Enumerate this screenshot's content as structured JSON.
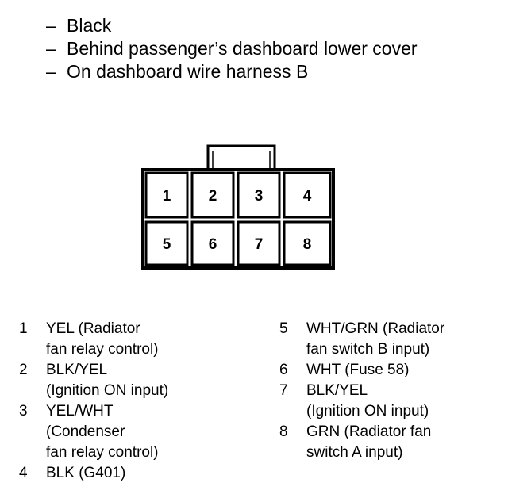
{
  "header": {
    "lines": [
      "Black",
      "Behind passenger’s dashboard lower cover",
      "On dashboard wire harness B"
    ],
    "dash": "–"
  },
  "connector": {
    "pins": [
      "1",
      "2",
      "3",
      "4",
      "5",
      "6",
      "7",
      "8"
    ]
  },
  "legend": {
    "left": [
      {
        "num": "1",
        "text": "YEL (Radiator\nfan relay control)"
      },
      {
        "num": "2",
        "text": "BLK/YEL\n(Ignition ON input)"
      },
      {
        "num": "3",
        "text": "YEL/WHT\n(Condenser\nfan relay control)"
      },
      {
        "num": "4",
        "text": "BLK (G401)"
      }
    ],
    "right": [
      {
        "num": "5",
        "text": "WHT/GRN (Radiator\nfan switch B input)"
      },
      {
        "num": "6",
        "text": "WHT (Fuse 58)"
      },
      {
        "num": "7",
        "text": "BLK/YEL\n(Ignition ON input)"
      },
      {
        "num": "8",
        "text": "GRN (Radiator fan\nswitch A input)"
      }
    ]
  }
}
